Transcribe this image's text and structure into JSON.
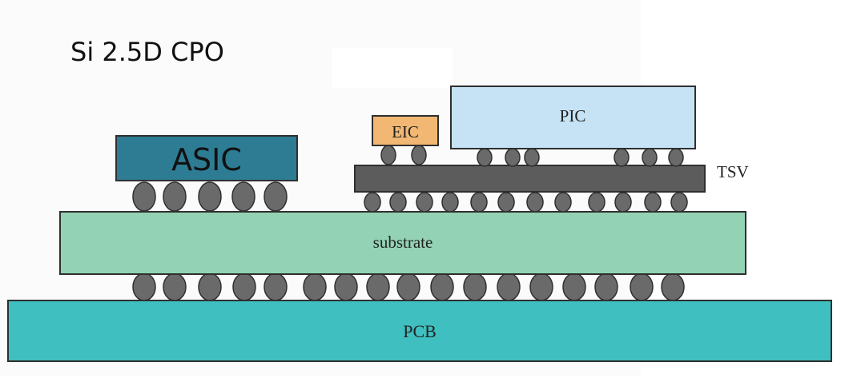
{
  "title": "Si 2.5D CPO",
  "labels": {
    "asic": "ASIC",
    "eic": "EIC",
    "pic": "PIC",
    "tsv": "TSV",
    "substrate": "substrate",
    "pcb": "PCB"
  },
  "colors": {
    "asic": "#2d7c93",
    "eic": "#f2b873",
    "pic": "#c6e3f5",
    "interposer": "#5c5c5c",
    "substrate": "#93d2b4",
    "pcb": "#3fbfbf",
    "bump": "#6a6a6a",
    "outline": "#2f2f2f"
  }
}
